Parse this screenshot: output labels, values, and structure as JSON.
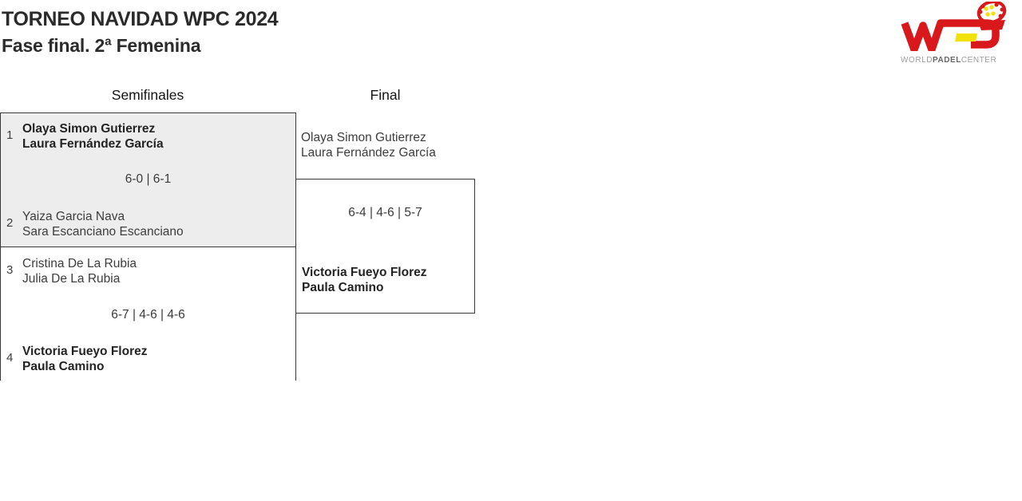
{
  "header": {
    "title": "TORNEO NAVIDAD WPC 2024",
    "subtitle": "Fase final. 2ª Femenina"
  },
  "logo": {
    "letters": "WPC",
    "word1": "WORLD",
    "word2": "PADEL",
    "word3": "CENTER",
    "colors": {
      "red": "#d9181c",
      "yellow": "#f2e20c",
      "gray_light": "#9e9e9e",
      "gray_dark": "#666666"
    }
  },
  "bracket": {
    "round_labels": {
      "semifinals": "Semifinales",
      "final": "Final"
    },
    "semifinals": [
      {
        "seed_top": "1",
        "team_top": [
          "Olaya Simon Gutierrez",
          "Laura Fernández García"
        ],
        "top_winner": true,
        "score": "6-0 | 6-1",
        "seed_bottom": "2",
        "team_bottom": [
          "Yaiza Garcia Nava",
          "Sara Escanciano Escanciano"
        ],
        "bottom_winner": false
      },
      {
        "seed_top": "3",
        "team_top": [
          "Cristina De La Rubia",
          "Julia De La Rubia"
        ],
        "top_winner": false,
        "score": "6-7 | 4-6 | 4-6",
        "seed_bottom": "4",
        "team_bottom": [
          "Victoria Fueyo Florez",
          "Paula Camino"
        ],
        "bottom_winner": true
      }
    ],
    "final": {
      "team_top": [
        "Olaya Simon Gutierrez",
        "Laura Fernández García"
      ],
      "top_winner": false,
      "score": "6-4 | 4-6 | 5-7",
      "team_bottom": [
        "Victoria Fueyo Florez",
        "Paula Camino"
      ],
      "bottom_winner": true
    }
  }
}
